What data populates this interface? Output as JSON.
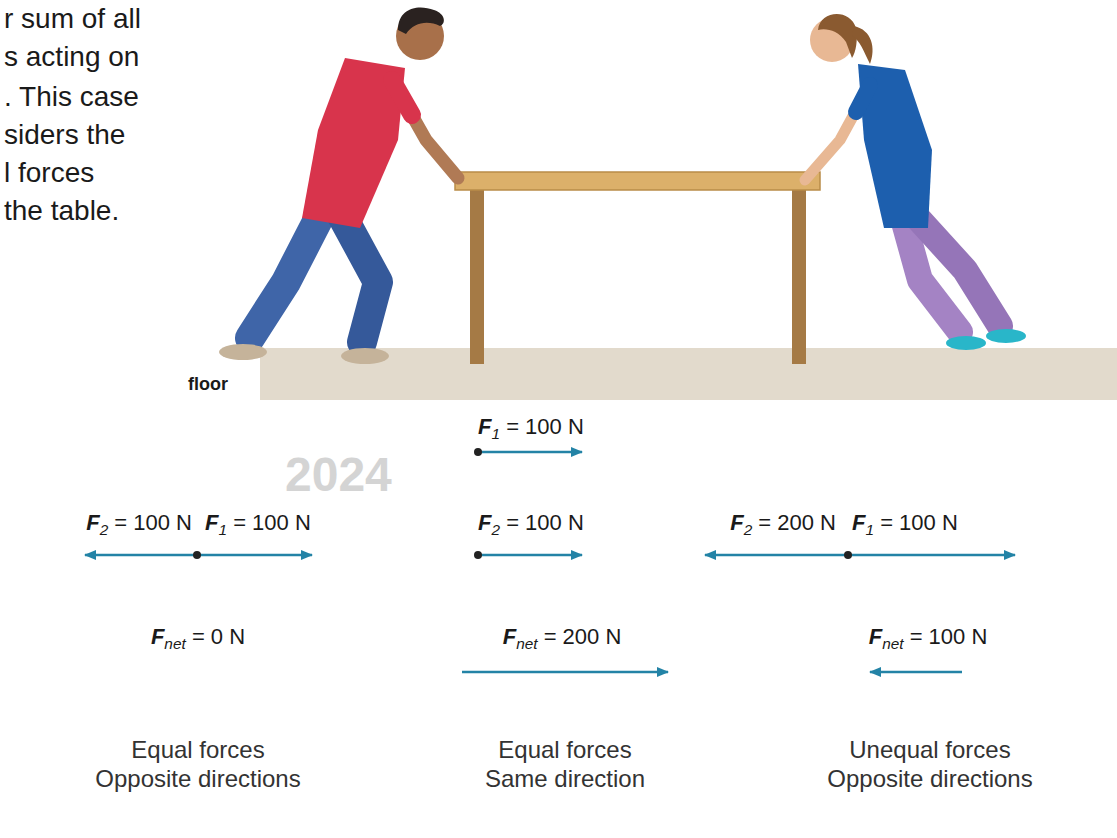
{
  "diagram": {
    "labels": [
      "r sum of all",
      "s acting on",
      ". This case",
      "siders the",
      "l forces",
      "the table.",
      "floor",
      "F1 = 100 N",
      "F2 = 100 N",
      "F1 = 100 N",
      "F2 = 100 N",
      "F2 = 200 N",
      "F1 = 100 N",
      "Fnet = 0 N",
      "Fnet = 200 N",
      "Fnet = 100 N",
      "Equal forces Opposite directions",
      "Equal forces Same direction",
      "Unequal forces Opposite directions",
      "2024"
    ]
  }
}
